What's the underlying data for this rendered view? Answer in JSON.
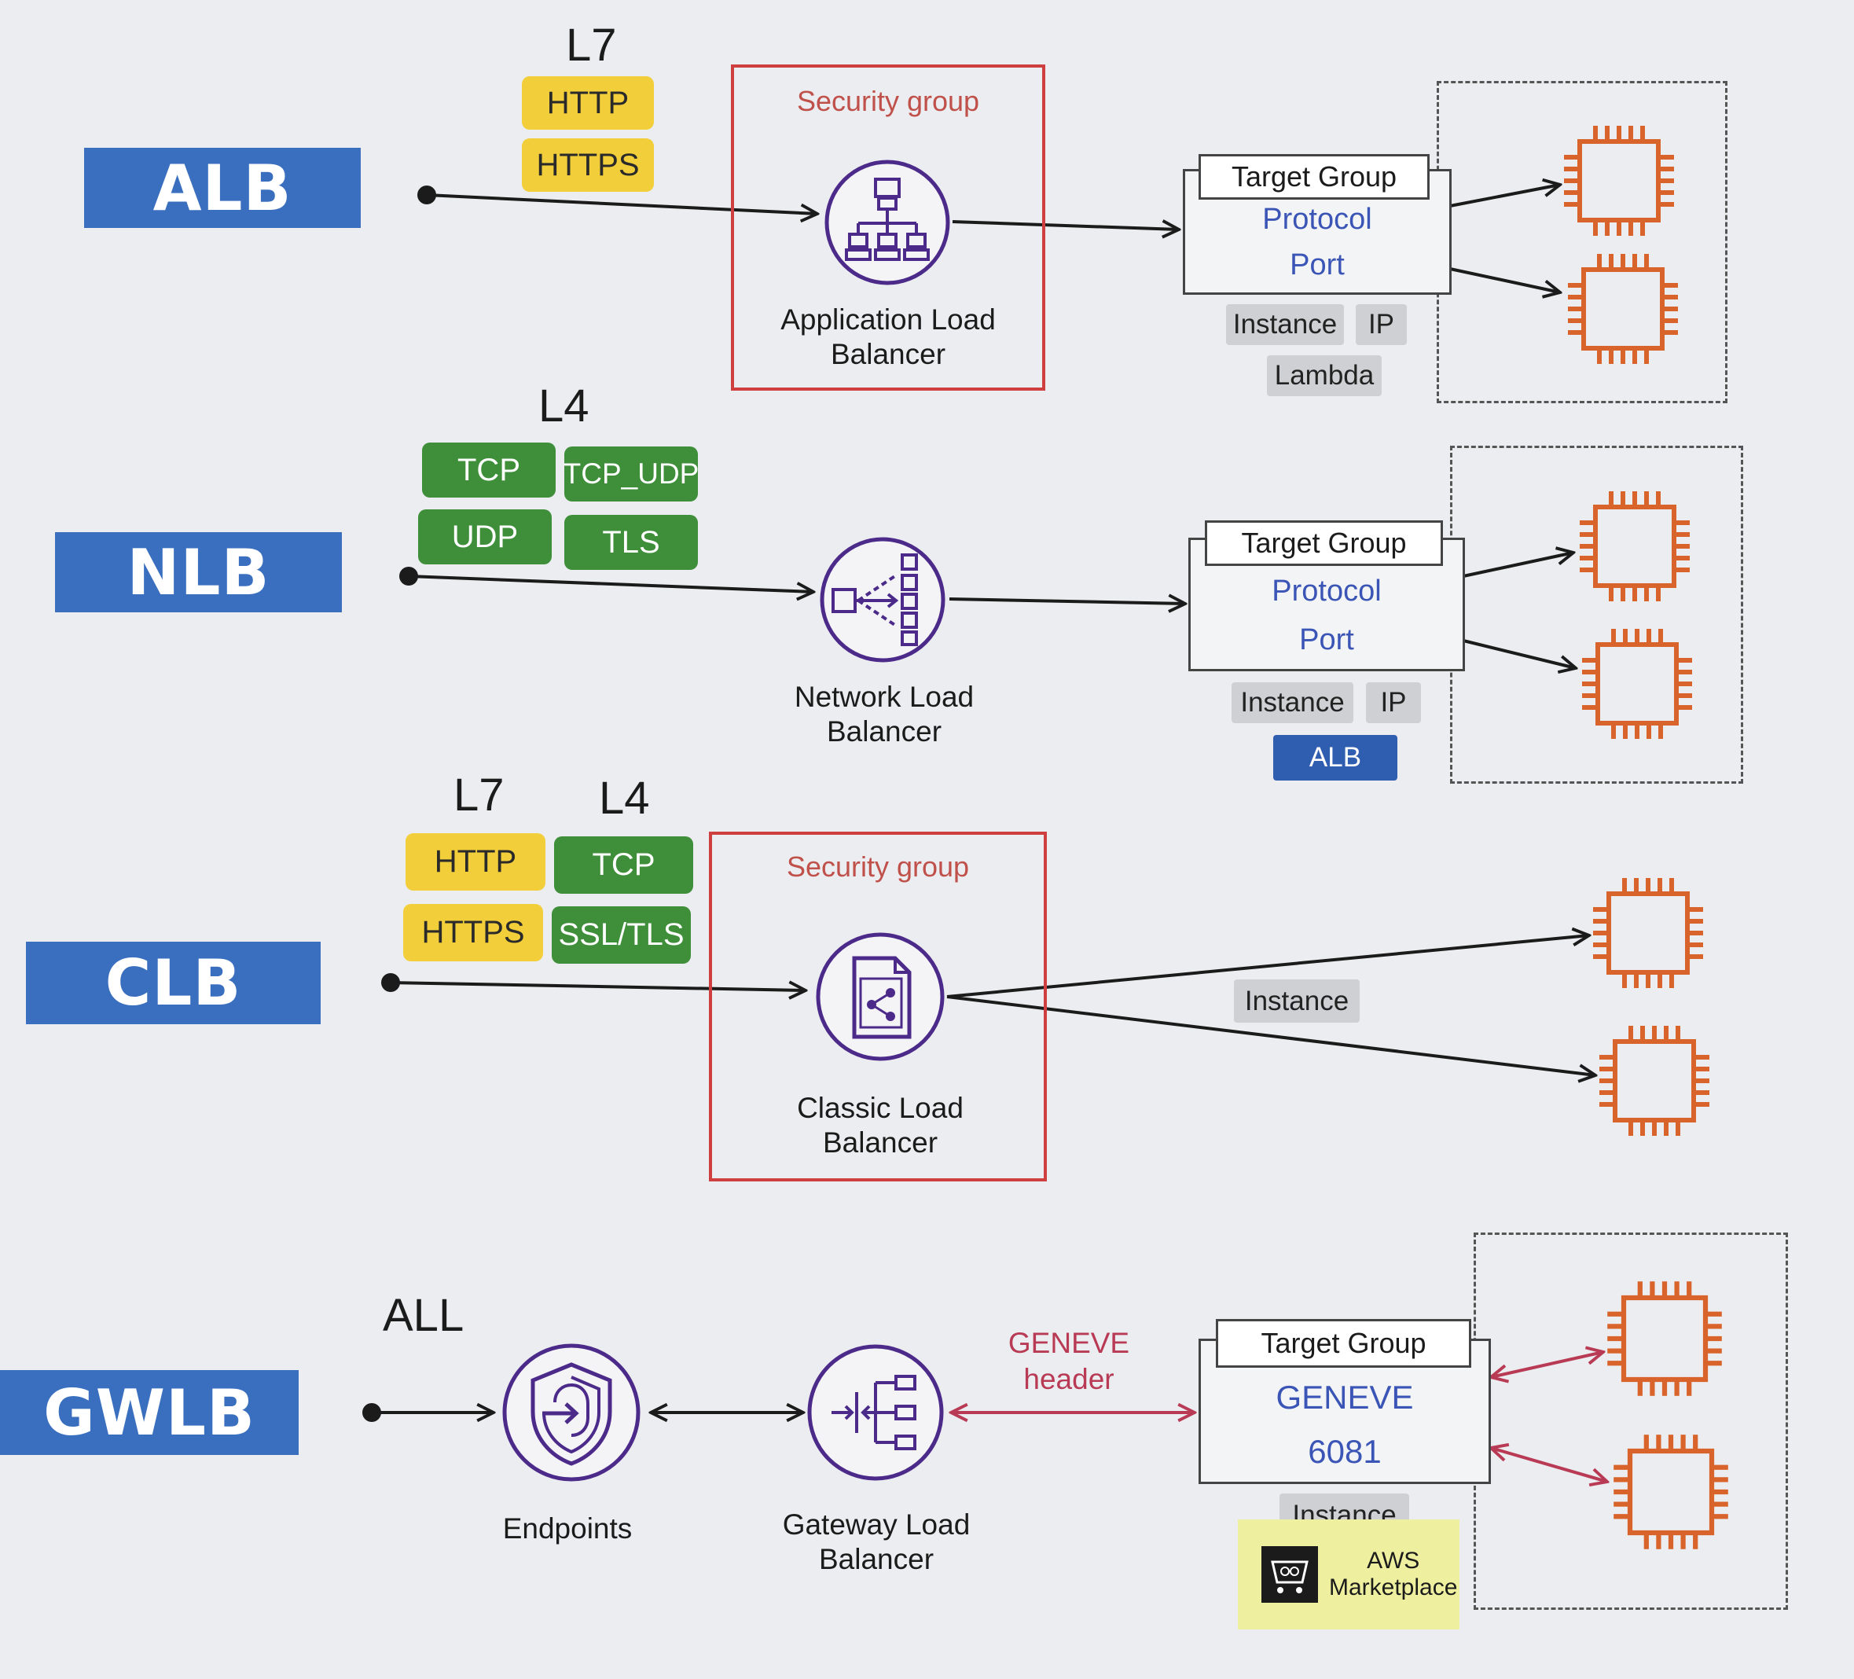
{
  "alb": {
    "name": "ALB",
    "layer": "L7",
    "protocols": [
      "HTTP",
      "HTTPS"
    ],
    "security_group": "Security group",
    "lb_caption": [
      "Application Load",
      "Balancer"
    ],
    "target_group": {
      "title": "Target Group",
      "lines": [
        "Protocol",
        "Port"
      ]
    },
    "target_types": [
      "Instance",
      "IP",
      "Lambda"
    ]
  },
  "nlb": {
    "name": "NLB",
    "layer": "L4",
    "protocols": [
      "TCP",
      "TCP_UDP",
      "UDP",
      "TLS"
    ],
    "lb_caption": [
      "Network Load",
      "Balancer"
    ],
    "target_group": {
      "title": "Target Group",
      "lines": [
        "Protocol",
        "Port"
      ]
    },
    "target_types": [
      "Instance",
      "IP",
      "ALB"
    ]
  },
  "clb": {
    "name": "CLB",
    "layers": [
      "L7",
      "L4"
    ],
    "protocols_l7": [
      "HTTP",
      "HTTPS"
    ],
    "protocols_l4": [
      "TCP",
      "SSL/TLS"
    ],
    "security_group": "Security group",
    "lb_caption": [
      "Classic Load",
      "Balancer"
    ],
    "target_type": "Instance"
  },
  "gwlb": {
    "name": "GWLB",
    "layer": "ALL",
    "endpoints_caption": "Endpoints",
    "lb_caption": [
      "Gateway Load",
      "Balancer"
    ],
    "geneve_label": [
      "GENEVE",
      "header"
    ],
    "target_group": {
      "title": "Target Group",
      "lines": [
        "GENEVE",
        "6081"
      ]
    },
    "target_type": "Instance",
    "marketplace": [
      "AWS",
      "Marketplace"
    ]
  },
  "colors": {
    "lb_name_bg": "#3a6fbf",
    "l7_tag": "#f2cf3a",
    "l4_tag": "#3f8f3a",
    "security_group": "#cf3f3f",
    "icon_purple": "#4b2a8a",
    "instance_orange": "#d9642b",
    "geneve_arrow": "#b83a55"
  }
}
